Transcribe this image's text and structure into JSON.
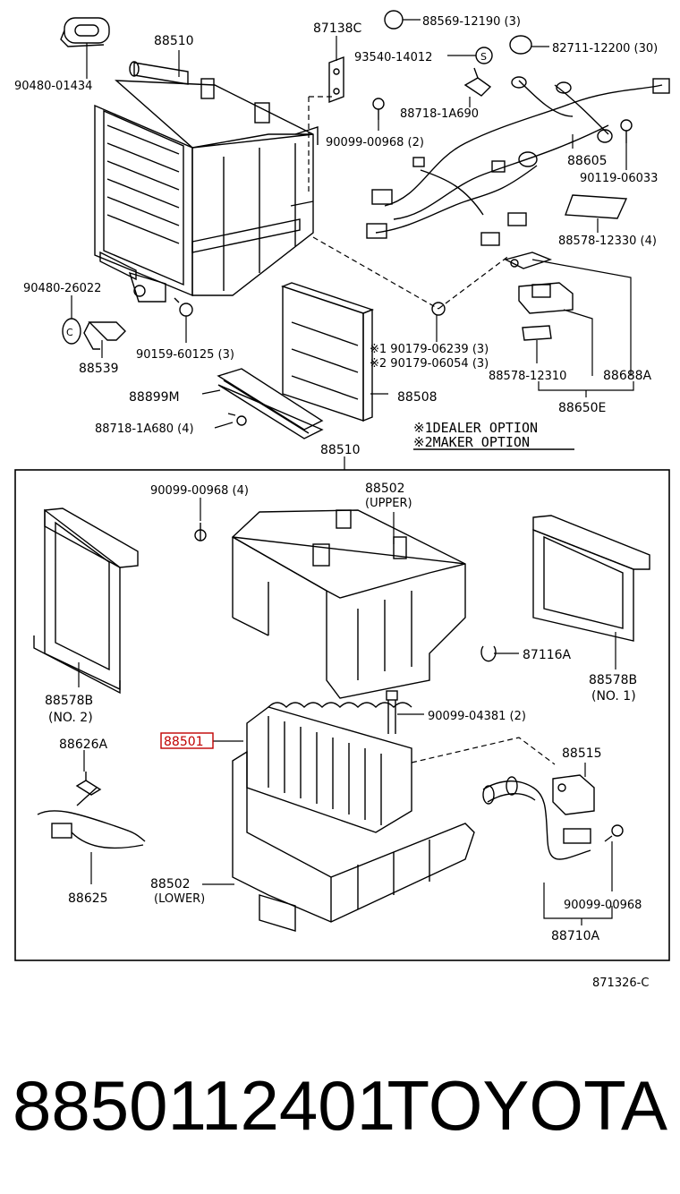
{
  "diagram": {
    "labels_top": {
      "p90480_01434": "90480-01434",
      "p88510_top": "88510",
      "p87138c": "87138C",
      "p88569": "88569-12190 (3)",
      "p93540": "93540-14012",
      "p82711": "82711-12200 (30)",
      "p88718_1a690": "88718-1A690",
      "p90099_00968_2": "90099-00968 (2)",
      "p88605": "88605",
      "p90119": "90119-06033",
      "p88578_12330": "88578-12330 (4)",
      "p90480_26022": "90480-26022",
      "p90159": "90159-60125 (3)",
      "p88539": "88539",
      "p190179": "※1 90179-06239 (3)",
      "p290179": "※2 90179-06054 (3)",
      "p88578_12310": "88578-12310",
      "p88688a": "88688A",
      "p88899m": "88899M",
      "p88508": "88508",
      "p88650e": "88650E",
      "p88718_1a680": "88718-1A680 (4)",
      "opt1": "※1DEALER OPTION",
      "opt2": "※2MAKER OPTION",
      "p88510_box": "88510"
    },
    "labels_box": {
      "p90099_00968_4": "90099-00968 (4)",
      "p88502_upper": "88502",
      "upper": "(UPPER)",
      "p88578b_no2": "88578B",
      "no2": "(NO. 2)",
      "p87116a": "87116A",
      "p88578b_no1": "88578B",
      "no1": "(NO. 1)",
      "p90099_04381": "90099-04381 (2)",
      "p88626a": "88626A",
      "p88501": "88501",
      "p88515": "88515",
      "p88502_lower": "88502",
      "lower": "(LOWER)",
      "p88625": "88625",
      "p90099_00968": "90099-00968",
      "p88710a": "88710A"
    },
    "figure_code": "871326-C",
    "highlight_color": "#c00000"
  },
  "footer": {
    "part_number": "8850112401",
    "brand": "TOYOTA"
  }
}
